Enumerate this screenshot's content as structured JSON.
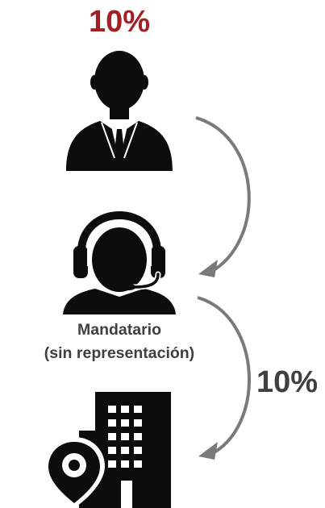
{
  "principal": {
    "percentage": "10%",
    "icon": "businessman-icon"
  },
  "mandatary": {
    "icon": "headset-agent-icon",
    "label_line1": "Mandatario",
    "label_line2": "(sin representación)"
  },
  "destination": {
    "icon": "building-location-pin-icon"
  },
  "second_transfer": {
    "percentage": "10%"
  },
  "colors": {
    "accent_red": "#a31f24",
    "icon": "#0d0d0d",
    "arrow": "#7a7a7a",
    "text_gray": "#404040"
  }
}
